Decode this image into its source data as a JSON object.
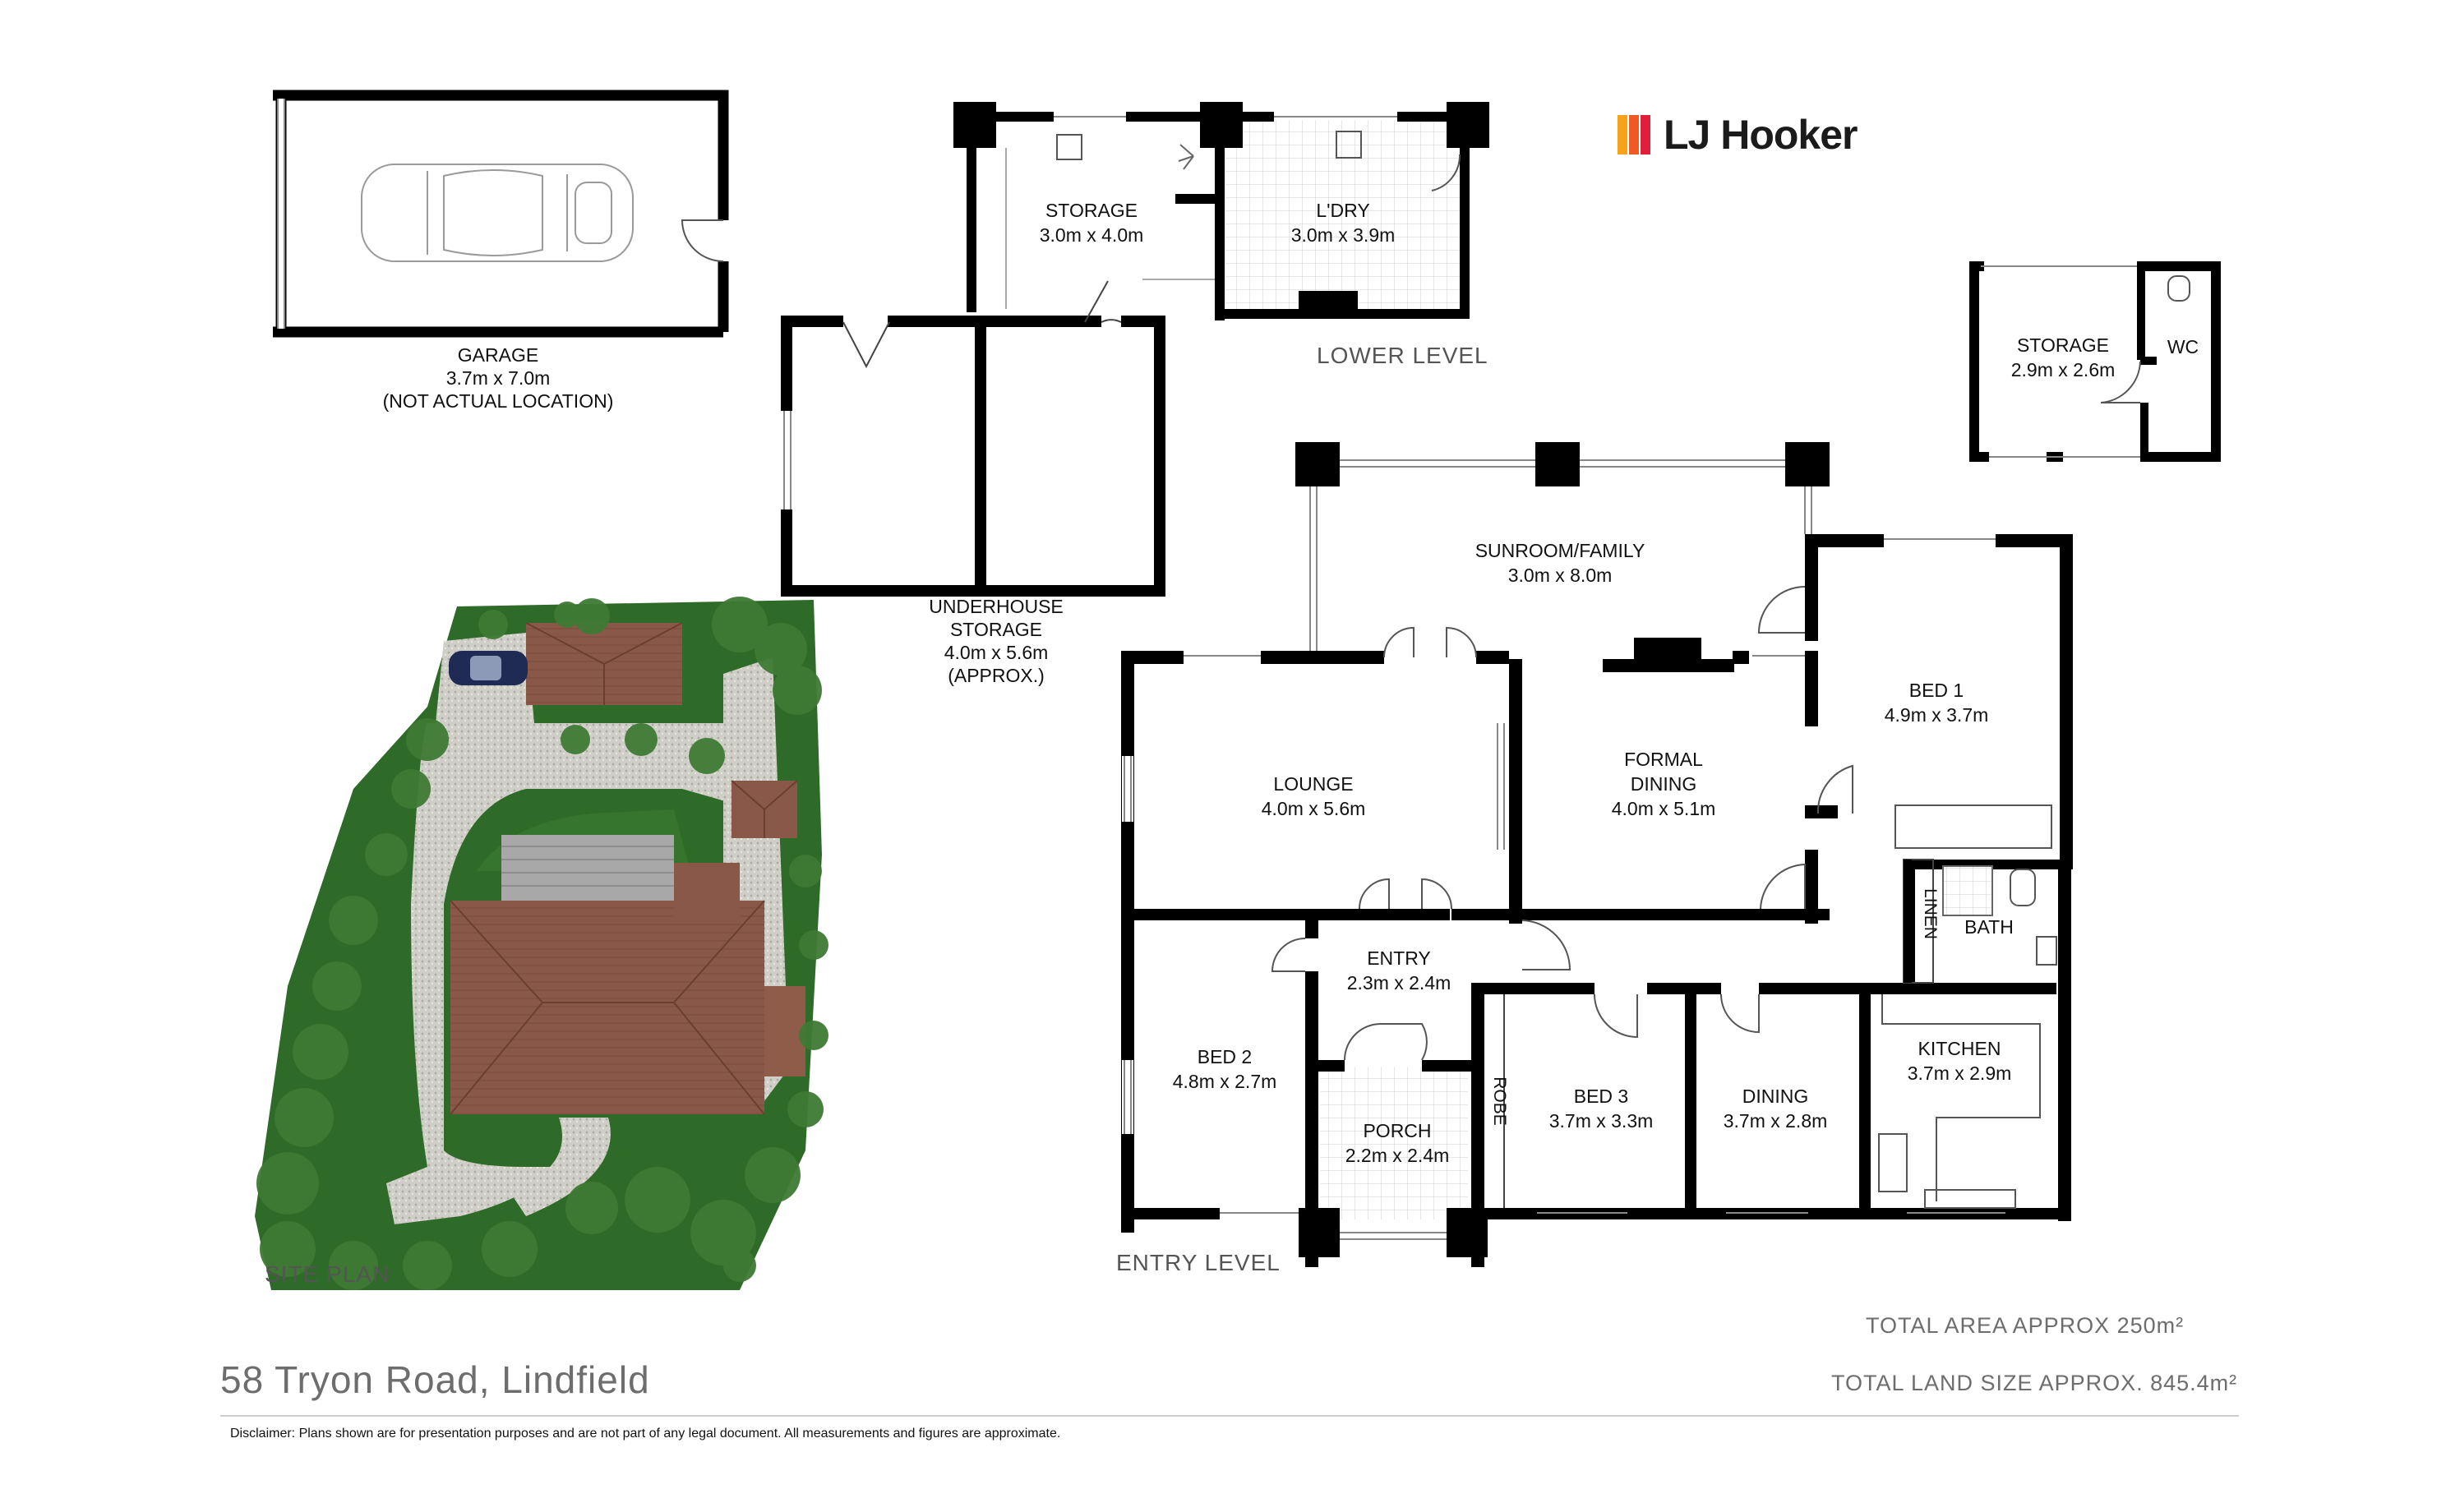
{
  "property": {
    "address": "58 Tryon Road, Lindfield",
    "total_area": "TOTAL AREA APPROX 250m²",
    "land_size": "TOTAL LAND SIZE APPROX. 845.4m²",
    "disclaimer": "Disclaimer: Plans shown are for presentation purposes and are not part of any legal document. All measurements and figures are approximate."
  },
  "brand": {
    "name": "LJ Hooker",
    "logo_colors": [
      "#f6a21b",
      "#ef5a24",
      "#e01f3d"
    ]
  },
  "levels": {
    "lower": "LOWER LEVEL",
    "entry": "ENTRY LEVEL",
    "site": "SITE PLAN"
  },
  "rooms": {
    "garage": {
      "name": "GARAGE",
      "size": "3.7m x 7.0m",
      "note": "(NOT ACTUAL LOCATION)"
    },
    "storage_lower": {
      "name": "STORAGE",
      "size": "3.0m x 4.0m"
    },
    "laundry": {
      "name": "L'DRY",
      "size": "3.0m x 3.9m"
    },
    "underhouse": {
      "name": "UNDERHOUSE",
      "name2": "STORAGE",
      "size": "4.0m x 5.6m",
      "note": "(APPROX.)"
    },
    "storage_outbuilding": {
      "name": "STORAGE",
      "size": "2.9m x 2.6m"
    },
    "wc": {
      "name": "WC"
    },
    "sunroom": {
      "name": "SUNROOM/FAMILY",
      "size": "3.0m x 8.0m"
    },
    "bed1": {
      "name": "BED 1",
      "size": "4.9m x 3.7m"
    },
    "lounge": {
      "name": "LOUNGE",
      "size": "4.0m x 5.6m"
    },
    "formal_dining": {
      "name": "FORMAL",
      "name2": "DINING",
      "size": "4.0m x 5.1m"
    },
    "linen": {
      "name": "LINEN"
    },
    "bath": {
      "name": "BATH"
    },
    "entry": {
      "name": "ENTRY",
      "size": "2.3m x 2.4m"
    },
    "bed2": {
      "name": "BED 2",
      "size": "4.8m x 2.7m"
    },
    "robe": {
      "name": "ROBE"
    },
    "bed3": {
      "name": "BED 3",
      "size": "3.7m x 3.3m"
    },
    "dining": {
      "name": "DINING",
      "size": "3.7m x 2.8m"
    },
    "kitchen": {
      "name": "KITCHEN",
      "size": "3.7m x 2.9m"
    },
    "porch": {
      "name": "PORCH",
      "size": "2.2m x 2.4m"
    }
  },
  "colors": {
    "wall": "#000000",
    "roof": "#8a5848",
    "lawn": "#2f6a2a",
    "gravel": "#c9c9c2",
    "car": "#1f2a55"
  }
}
